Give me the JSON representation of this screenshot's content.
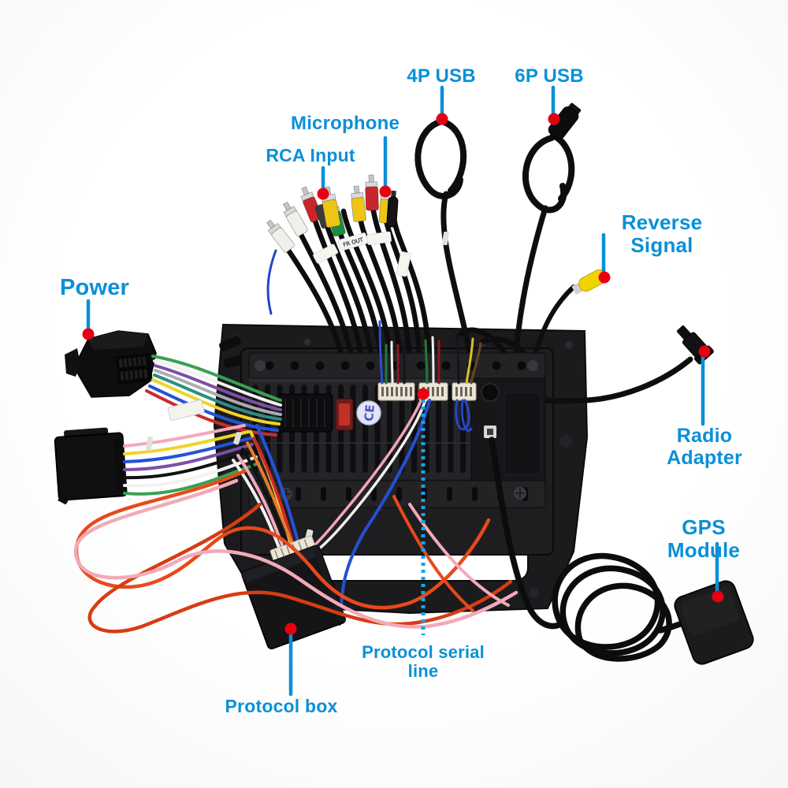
{
  "image_kind": "annotated wiring diagram photo of car stereo head unit harness kit",
  "colors": {
    "label": "#0a90d8",
    "leader": "#0a90d8",
    "leader_dashed": "#18a2e8",
    "dot": "#e80011",
    "background": "#ffffff"
  },
  "labels": {
    "power": "Power",
    "rca_input": "RCA Input",
    "microphone": "Microphone",
    "usb_4p": "4P USB",
    "usb_6p": "6P USB",
    "reverse_signal": "Reverse Signal",
    "radio_adapter": "Radio Adapter",
    "gps_module": "GPS Module",
    "protocol_serial_line": "Protocol serial line",
    "protocol_box": "Protocol box"
  },
  "markings": {
    "ce_mark": "CE",
    "cable_tag": "FR OUT"
  }
}
